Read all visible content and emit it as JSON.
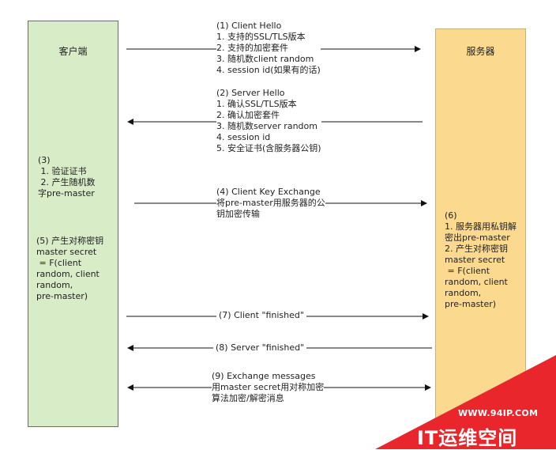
{
  "lanes": {
    "client": {
      "title": "客户端"
    },
    "server": {
      "title": "服务器"
    }
  },
  "notes": {
    "step3": "(3)\n 1. 验证证书\n 2. 产生随机数\n字pre-master",
    "step5": "(5) 产生对称密钥\nmaster secret\n = F(client\nrandom, client\nrandom,\npre-master)",
    "step6": "(6)\n1. 服务器用私钥解\n密出pre-master\n2. 产生对称密钥\nmaster secret\n = F(client\nrandom, client\nrandom,\npre-master)"
  },
  "messages": [
    {
      "id": "m1",
      "direction": "right",
      "text": "(1) Client Hello\n1. 支持的SSL/TLS版本\n2. 支持的加密套件\n3. 随机数client random\n4. session id(如果有的话)"
    },
    {
      "id": "m2",
      "direction": "left",
      "text": "(2) Server Hello\n1. 确认SSL/TLS版本\n2. 确认加密套件\n3. 随机数server random\n4. session id\n5. 安全证书(含服务器公钥)"
    },
    {
      "id": "m4",
      "direction": "right",
      "text": "(4) Client Key Exchange\n将pre-master用服务器的公\n钥加密传输"
    },
    {
      "id": "m7",
      "direction": "right",
      "text": "(7) Client \"finished\""
    },
    {
      "id": "m8",
      "direction": "left",
      "text": "(8) Server \"finished\""
    },
    {
      "id": "m9",
      "direction": "both",
      "text": "(9) Exchange messages\n用master secret用对称加密\n算法加密/解密消息"
    }
  ],
  "watermark": {
    "url": "WWW.94IP.COM",
    "brand": "IT运维空间",
    "color": "#e8262b"
  }
}
